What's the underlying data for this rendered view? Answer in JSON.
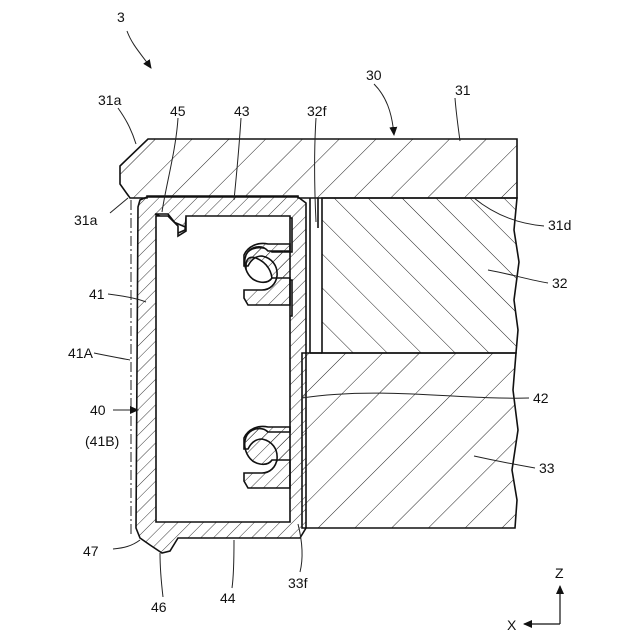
{
  "labels": {
    "fig": "3",
    "l30": "30",
    "l31": "31",
    "l31a_top": "31a",
    "l31a_bot": "31a",
    "l45": "45",
    "l43": "43",
    "l32f": "32f",
    "l31d": "31d",
    "l32": "32",
    "l41": "41",
    "l41A": "41A",
    "l40": "40",
    "l41B": "(41B)",
    "l42": "42",
    "l33": "33",
    "l47": "47",
    "l46": "46",
    "l44": "44",
    "l33f": "33f",
    "axisZ": "Z",
    "axisX": "X"
  },
  "colors": {
    "line": "#111111",
    "background": "#ffffff"
  }
}
